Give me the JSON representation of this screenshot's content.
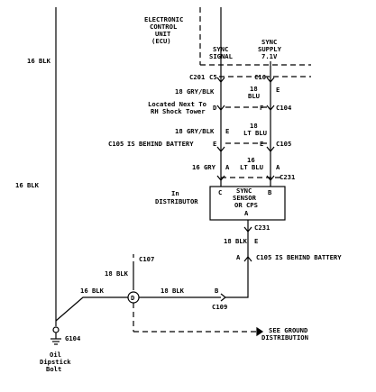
{
  "ecu": {
    "line1": "ELECTRONIC",
    "line2": "CONTROL",
    "line3": "UNIT",
    "line4": "(ECU)"
  },
  "pins": {
    "sync_signal_1": "SYNC",
    "sync_signal_2": "SIGNAL",
    "sync_supply_1": "SYNC",
    "sync_supply_2": "SUPPLY",
    "sync_supply_3": "7.1V"
  },
  "connectors": {
    "c201": "C201",
    "c201_pin": "C5",
    "c16": "C16",
    "d": "D",
    "f": "F",
    "c104": "C104",
    "e1": "E",
    "e2": "E",
    "e3": "E",
    "e4": "E",
    "c105_left": "C105",
    "c105_right": "C105",
    "a1": "A",
    "a2": "A",
    "c231_top": "C231",
    "c231_bottom": "C231",
    "e_low": "E",
    "a_low": "A",
    "c105_low": "C105",
    "c107": "C107",
    "b": "B",
    "c109": "C109",
    "g104": "G104",
    "splice": "D"
  },
  "wires": {
    "w16blk_top": "16 BLK",
    "w16blk_mid": "16 BLK",
    "w18grayblk1": "18 GRY/BLK",
    "w18blu_1": "18",
    "w18blu_2": "BLU",
    "w18grayblk2": "18 GRY/BLK",
    "w18ltblu_1": "18",
    "w18ltblu_2": "LT BLU",
    "w16gry": "16 GRY",
    "w16ltblu_1": "16",
    "w16ltblu_2": "LT BLU",
    "w18blk_right": "18 BLK",
    "w18blk_left": "18 BLK",
    "w16blk_bottom": "16 BLK",
    "w18blk_horiz": "18 BLK"
  },
  "notes": {
    "located_1": "Located Next To",
    "located_2": "RH Shock Tower",
    "c105_behind_top": "IS BEHIND BATTERY",
    "c105_behind_bottom": "IS BEHIND BATTERY",
    "in_distributor_1": "In",
    "in_distributor_2": "DISTRIBUTOR",
    "see_ground_1": "SEE GROUND",
    "see_ground_2": "DISTRIBUTION",
    "oil_1": "Oil",
    "oil_2": "Dipstick",
    "oil_3": "Bolt"
  },
  "sensor": {
    "line1": "SYNC",
    "line2": "SENSOR",
    "line3": "OR CPS",
    "pin_c": "C",
    "pin_b": "B",
    "pin_a": "A"
  }
}
